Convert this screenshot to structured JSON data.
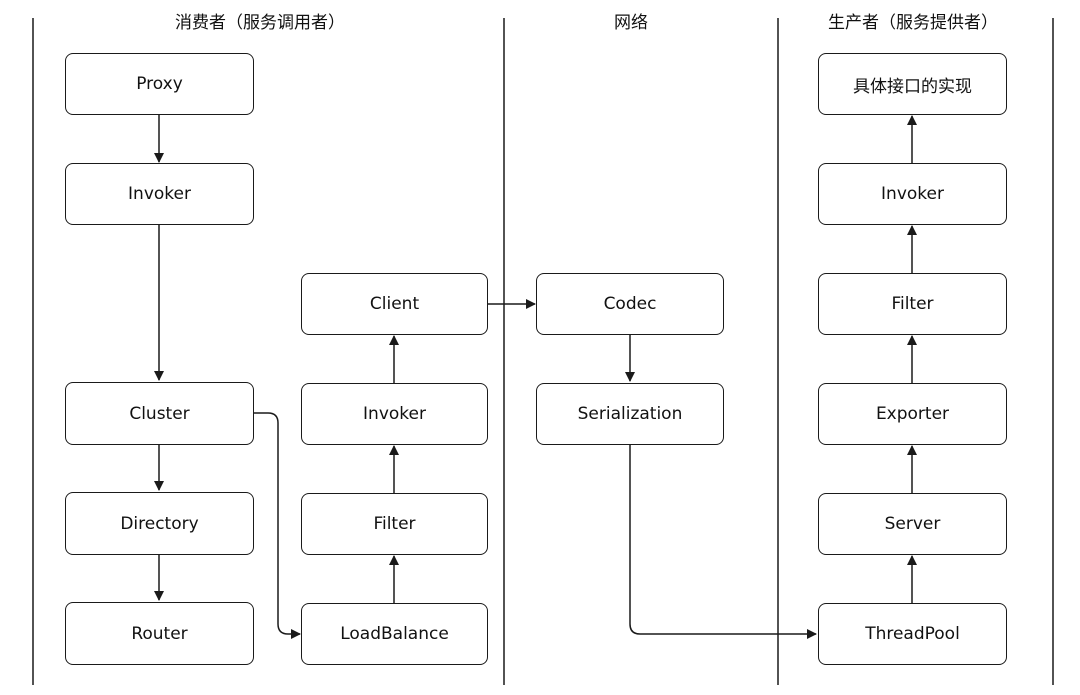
{
  "lanes": {
    "consumer": "消费者（服务调用者）",
    "network": "网络",
    "provider": "生产者（服务提供者）"
  },
  "consumer": {
    "proxy": "Proxy",
    "invoker": "Invoker",
    "cluster": "Cluster",
    "directory": "Directory",
    "router": "Router"
  },
  "consumer_chain": {
    "client": "Client",
    "invoker": "Invoker",
    "filter": "Filter",
    "loadbalance": "LoadBalance"
  },
  "network": {
    "codec": "Codec",
    "serialization": "Serialization"
  },
  "provider": {
    "impl": "具体接口的实现",
    "invoker": "Invoker",
    "filter": "Filter",
    "exporter": "Exporter",
    "server": "Server",
    "threadpool": "ThreadPool"
  },
  "colors": {
    "stroke": "#1a1a1a",
    "background": "#ffffff"
  }
}
